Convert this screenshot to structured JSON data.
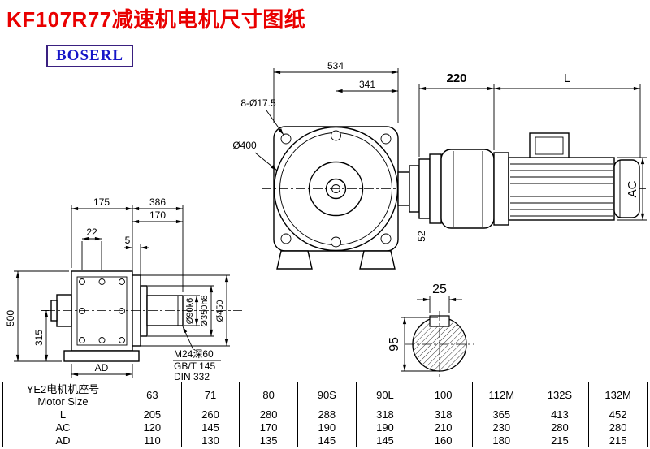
{
  "page": {
    "title": "KF107R77减速机电机尺寸图纸",
    "brand": "BOSERL"
  },
  "front_view": {
    "dim_total_width": "534",
    "dim_341": "341",
    "holes_label": "8-Ø17.5",
    "dia_label": "Ø400",
    "dim_220": "220",
    "dim_L": "L",
    "dim_AC": "AC",
    "dim_52": "52"
  },
  "side_view": {
    "dim_175": "175",
    "dim_386": "386",
    "dim_170": "170",
    "dim_22": "22",
    "dim_5": "5",
    "dim_500": "500",
    "dim_315": "315",
    "dia_90": "Ø90k6",
    "dia_350": "Ø350h8",
    "dia_450": "Ø450",
    "dim_AD": "AD",
    "note_line1": "M24深60",
    "note_line2": "GB/T 145",
    "note_line3": "DIN 332"
  },
  "section_view": {
    "dim_25": "25",
    "dim_95": "95"
  },
  "table": {
    "header_cn": "YE2电机机座号",
    "header_en": "Motor Size",
    "sizes": [
      "63",
      "71",
      "80",
      "90S",
      "90L",
      "100",
      "112M",
      "132S",
      "132M"
    ],
    "rows": [
      {
        "label": "L",
        "values": [
          "205",
          "260",
          "280",
          "288",
          "318",
          "318",
          "365",
          "413",
          "452"
        ]
      },
      {
        "label": "AC",
        "values": [
          "120",
          "145",
          "170",
          "190",
          "190",
          "210",
          "230",
          "280",
          "280"
        ]
      },
      {
        "label": "AD",
        "values": [
          "110",
          "130",
          "135",
          "145",
          "145",
          "160",
          "180",
          "215",
          "215"
        ]
      }
    ]
  },
  "colors": {
    "title_red": "#e90000",
    "brand_blue": "#1616c8",
    "brand_border": "#3a2080",
    "line_black": "#000000"
  }
}
